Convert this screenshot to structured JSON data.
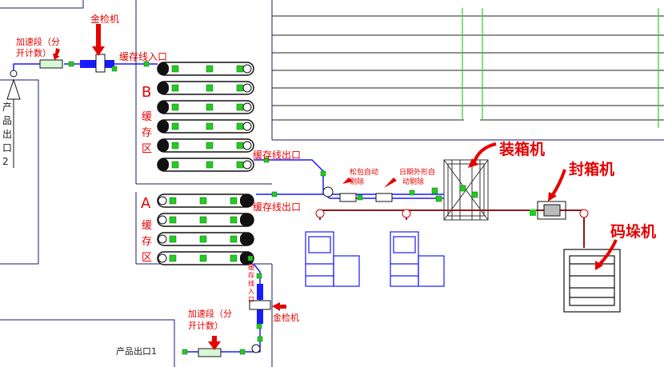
{
  "labels": {
    "gold_detector": "金检机",
    "accel_section_1": "加速段（分",
    "accel_section_2": "开计数）",
    "buffer_entrance": "缓存线入口",
    "buffer_exit": "缓存线出口",
    "zone_b_letter": "B",
    "zone_a_letter": "A",
    "zone_char_1": "缓",
    "zone_char_2": "存",
    "zone_char_3": "区",
    "product_outlet_2_chars": [
      "产",
      "品",
      "出",
      "口",
      "2"
    ],
    "product_outlet_1": "产品出口1",
    "entrance_vertical": [
      "缓",
      "存",
      "线",
      "入",
      "口"
    ],
    "loose_pack_1": "松包自动",
    "loose_pack_2": "剔除",
    "date_check_1": "日期外形自",
    "date_check_2": "动剔除",
    "case_packer": "装箱机",
    "case_sealer": "封箱机",
    "palletizer": "码垛机"
  },
  "colors": {
    "annotation_red": "#e60000",
    "line_blue": "#1a1aff",
    "sensor_green": "#22cc22",
    "grid_green": "#33cc33",
    "belt_black": "#111111"
  }
}
